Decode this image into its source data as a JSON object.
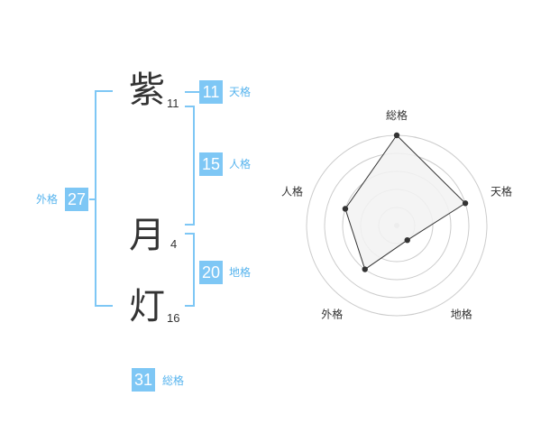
{
  "name": {
    "chars": [
      {
        "char": "紫",
        "strokes": "11"
      },
      {
        "char": "月",
        "strokes": "4"
      },
      {
        "char": "灯",
        "strokes": "16"
      }
    ]
  },
  "kaku": {
    "tenkaku": {
      "value": "11",
      "label": "天格"
    },
    "jinkaku": {
      "value": "15",
      "label": "人格"
    },
    "chikaku": {
      "value": "20",
      "label": "地格"
    },
    "gaikaku": {
      "value": "27",
      "label": "外格"
    },
    "soukaku": {
      "value": "31",
      "label": "総格"
    }
  },
  "colors": {
    "badge": "#7ec7f5",
    "badge_label": "#57b4ee",
    "text": "#333333",
    "radar_fill": "#f2f2f2",
    "radar_grid": "#cccccc",
    "radar_line": "#333333"
  },
  "chart_data": {
    "type": "radar",
    "axes": [
      "総格",
      "天格",
      "地格",
      "外格",
      "人格"
    ],
    "values": [
      5,
      4,
      1,
      3,
      3
    ],
    "max": 5,
    "grid_levels": 5
  }
}
